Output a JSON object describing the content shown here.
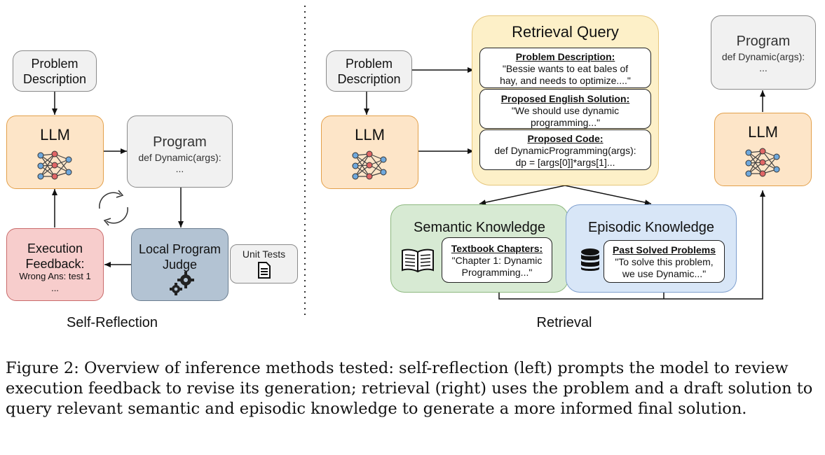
{
  "left": {
    "problem": "Problem\nDescription",
    "llm": "LLM",
    "program_title": "Program",
    "program_code": "def Dynamic(args):",
    "program_ellipsis": "...",
    "judge": "Local Program\nJudge",
    "unit_tests": "Unit Tests",
    "feedback_title": "Execution\nFeedback:",
    "feedback_text": "Wrong Ans: test 1",
    "feedback_ellipsis": "...",
    "section_label": "Self-Reflection"
  },
  "right": {
    "problem": "Problem\nDescription",
    "llm_left": "LLM",
    "query_title": "Retrieval Query",
    "pd_title": "Problem Description:",
    "pd_text": "\"Bessie wants to eat bales of\nhay, and needs to optimize....\"",
    "pes_title": "Proposed English Solution:",
    "pes_text": "\"We should use dynamic\nprogramming...\"",
    "pc_title": "Proposed Code:",
    "pc_text": "def DynamicProgramming(args):\ndp = [args[0]]*args[1]...",
    "program_title": "Program",
    "program_code": "def Dynamic(args):",
    "program_ellipsis": "...",
    "llm_right": "LLM",
    "semantic_title": "Semantic Knowledge",
    "textbook_title": "Textbook Chapters:",
    "textbook_text": "\"Chapter 1: Dynamic\nProgramming...\"",
    "episodic_title": "Episodic Knowledge",
    "past_title": "Past Solved Problems",
    "past_text": "\"To solve this problem,\nwe use Dynamic...\"",
    "section_label": "Retrieval"
  },
  "icons": {
    "neural": "neural-network-icon",
    "cycle": "refresh-cycle-icon",
    "gears": "gears-icon",
    "document": "document-icon",
    "book": "open-book-icon",
    "database": "database-icon"
  },
  "caption": "Figure 2: Overview of inference methods tested: self-reflection (left) prompts the model to review execution feedback to revise its generation; retrieval (right) uses the problem and a draft solution to query relevant semantic and episodic knowledge to generate a more informed final solution."
}
